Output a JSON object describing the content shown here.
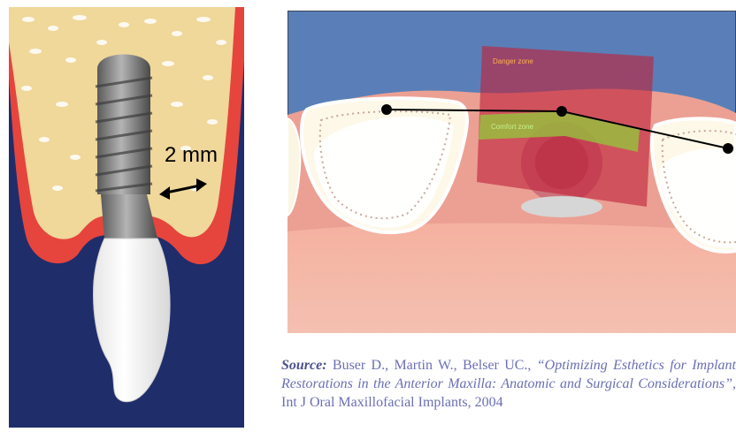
{
  "left_figure": {
    "measurement_label": "2 mm"
  },
  "right_figure": {
    "red_zone_label": "Danger zone",
    "green_zone_label": "Comfort zone"
  },
  "caption": {
    "source_label": "Source:",
    "authors": " Buser D., Martin W., Belser UC., ",
    "title": "“Optimizing Esthetics for Implant Restorations in the Anterior Maxilla: Anatomic and Surgical Considerations”",
    "journal": ", Int J Oral Maxillofacial Implants, 2004"
  },
  "colors": {
    "gum": "#e5453d",
    "bone": "#f0d79a",
    "navy": "#1f2d6b",
    "sky": "#5a7fb8",
    "caption_text": "#6b6fb3"
  }
}
